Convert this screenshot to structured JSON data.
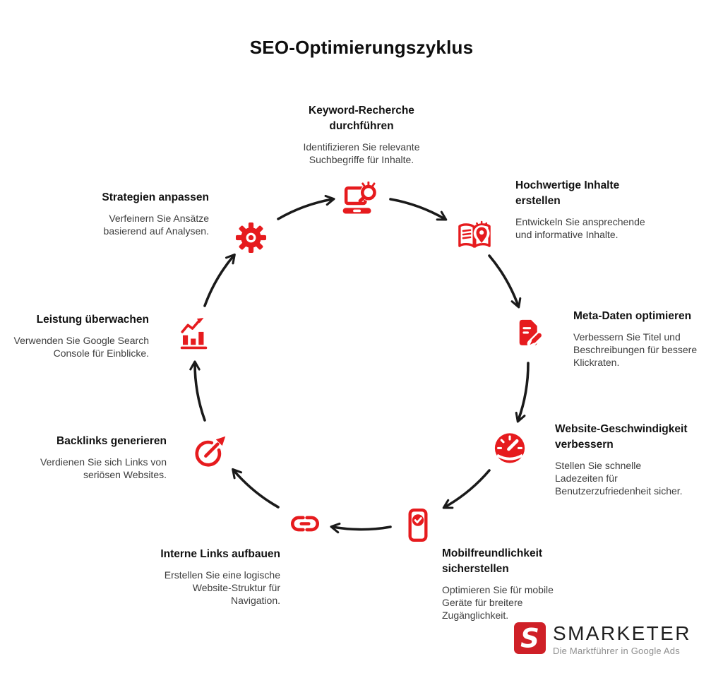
{
  "title": "SEO-Optimierungszyklus",
  "steps": [
    {
      "id": "keyword-recherche",
      "title": "Keyword-Recherche\ndurchführen",
      "description": "Identifizieren Sie relevante\nSuchbegriffe für Inhalte.",
      "icon": "laptop-search-icon"
    },
    {
      "id": "hochwertige-inhalte",
      "title": "Hochwertige Inhalte\nerstellen",
      "description": "Entwickeln Sie ansprechende\nund informative Inhalte.",
      "icon": "book-idea-pin-icon"
    },
    {
      "id": "meta-daten",
      "title": "Meta-Daten optimieren",
      "description": "Verbessern Sie Titel und\nBeschreibungen für bessere\nKlickraten.",
      "icon": "document-edit-icon"
    },
    {
      "id": "website-geschwindigkeit",
      "title": "Website-Geschwindigkeit\nverbessern",
      "description": "Stellen Sie schnelle\nLadezeiten für\nBenutzerzufriedenheit sicher.",
      "icon": "speedometer-icon"
    },
    {
      "id": "mobilfreundlichkeit",
      "title": "Mobilfreundlichkeit\nsicherstellen",
      "description": "Optimieren Sie für mobile\nGeräte für breitere\nZugänglichkeit.",
      "icon": "mobile-check-icon"
    },
    {
      "id": "interne-links",
      "title": "Interne Links aufbauen",
      "description": "Erstellen Sie eine logische\nWebsite-Struktur für\nNavigation.",
      "icon": "chain-link-icon"
    },
    {
      "id": "backlinks",
      "title": "Backlinks generieren",
      "description": "Verdienen Sie sich Links von\nseriösen Websites.",
      "icon": "external-link-circle-icon"
    },
    {
      "id": "leistung",
      "title": "Leistung überwachen",
      "description": "Verwenden Sie Google Search\nConsole für Einblicke.",
      "icon": "bar-chart-growth-icon"
    },
    {
      "id": "strategien",
      "title": "Strategien anpassen",
      "description": "Verfeinern Sie Ansätze\nbasierend auf Analysen.",
      "icon": "gear-icon"
    }
  ],
  "logo": {
    "mark": "S",
    "name": "SMARKETER",
    "tagline": "Die Marktführer in Google Ads"
  },
  "colors": {
    "accent_red": "#e61b1e",
    "logo_red": "#cf2027",
    "arrow_black": "#1a1a1a",
    "title_text": "#121212",
    "body_text": "#3d3d3d",
    "tagline_gray": "#8e8e8e"
  }
}
